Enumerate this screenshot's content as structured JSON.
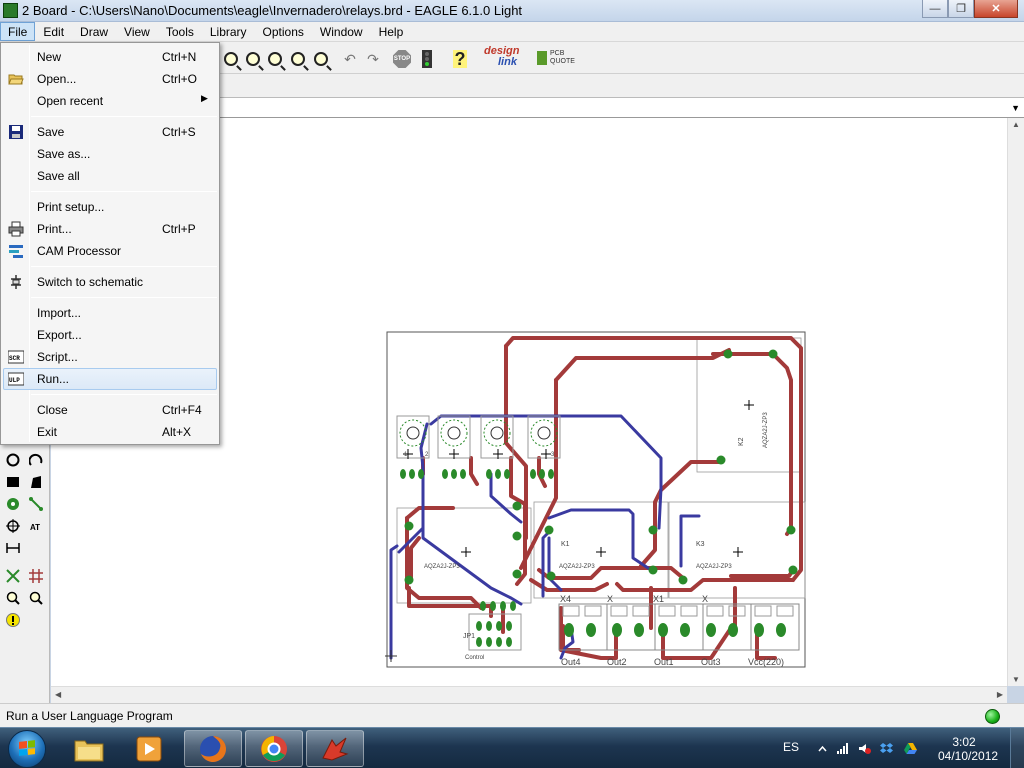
{
  "window": {
    "title": "2 Board - C:\\Users\\Nano\\Documents\\eagle\\Invernadero\\relays.brd - EAGLE 6.1.0 Light",
    "minimize_glyph": "—",
    "maximize_glyph": "❐",
    "close_glyph": "✕"
  },
  "menubar": {
    "items": [
      "File",
      "Edit",
      "Draw",
      "View",
      "Tools",
      "Library",
      "Options",
      "Window",
      "Help"
    ],
    "active": "File"
  },
  "file_menu": {
    "items": [
      {
        "label": "New",
        "shortcut": "Ctrl+N"
      },
      {
        "label": "Open...",
        "shortcut": "Ctrl+O",
        "icon": "open-folder-icon"
      },
      {
        "label": "Open recent",
        "shortcut": "",
        "submenu": true
      },
      {
        "label": "Save",
        "shortcut": "Ctrl+S",
        "icon": "save-disk-icon"
      },
      {
        "label": "Save as...",
        "shortcut": ""
      },
      {
        "label": "Save all",
        "shortcut": ""
      },
      {
        "label": "Print setup...",
        "shortcut": ""
      },
      {
        "label": "Print...",
        "shortcut": "Ctrl+P",
        "icon": "printer-icon"
      },
      {
        "label": "CAM Processor",
        "shortcut": "",
        "icon": "cam-processor-icon"
      },
      {
        "label": "Switch to schematic",
        "shortcut": "",
        "icon": "schematic-icon"
      },
      {
        "label": "Import...",
        "shortcut": ""
      },
      {
        "label": "Export...",
        "shortcut": ""
      },
      {
        "label": "Script...",
        "shortcut": "",
        "icon": "script-icon"
      },
      {
        "label": "Run...",
        "shortcut": "",
        "icon": "ulp-icon",
        "highlighted": true
      },
      {
        "label": "Close",
        "shortcut": "Ctrl+F4"
      },
      {
        "label": "Exit",
        "shortcut": "Alt+X"
      }
    ],
    "script_icon_text": "SCR",
    "ulp_icon_text": "ULP",
    "submenu_arrow": "▶"
  },
  "toolbar": {
    "icons": [
      "zoom-fit-icon",
      "zoom-in-icon",
      "zoom-out-icon",
      "zoom-redraw-icon",
      "zoom-select-icon",
      "undo-icon",
      "redo-icon",
      "stop-icon",
      "go-icon",
      "help-icon"
    ],
    "undo_glyph": "↶",
    "redo_glyph": "↷",
    "stop_text": "STOP",
    "help_glyph": "?",
    "designlink_top": "design",
    "designlink_bottom": "link",
    "pcb_quote_top": "PCB",
    "pcb_quote_bottom": "QUOTE"
  },
  "param_bar": {
    "combo_value": "",
    "combo_arrow": "▼"
  },
  "board": {
    "labels": {
      "k1": "K1",
      "k2": "K2",
      "k3": "K3",
      "aqz_1": "AQZA2J-ZP3",
      "aqz_2": "AQZA2J-ZP3",
      "aqz_3": "AQZA2J-ZP3",
      "aqz_4": "AQZA2J-ZP3",
      "x4": "X4",
      "x_mid": "X",
      "x1": "X1",
      "x_right": "X",
      "jp1": "JP1",
      "control": "Control",
      "out4": "Out4",
      "out2": "Out2",
      "out1": "Out1",
      "out3": "Out3",
      "vcc": "Vcc(220)",
      "t1": "1",
      "t2": "2",
      "t3": "3"
    },
    "colors": {
      "top_trace": "#a33a3a",
      "bottom_trace": "#3a3aa0",
      "pad": "#2a8a2a",
      "outline": "#555555"
    }
  },
  "scroll": {
    "up": "▲",
    "down": "▼",
    "left": "◀",
    "right": "▶"
  },
  "status": {
    "message": "Run a User Language Program"
  },
  "taskbar": {
    "apps": [
      "windows-explorer-icon",
      "media-player-icon",
      "firefox-icon",
      "chrome-icon",
      "eagle-icon"
    ],
    "language": "ES",
    "time": "3:02",
    "date": "04/10/2012"
  }
}
